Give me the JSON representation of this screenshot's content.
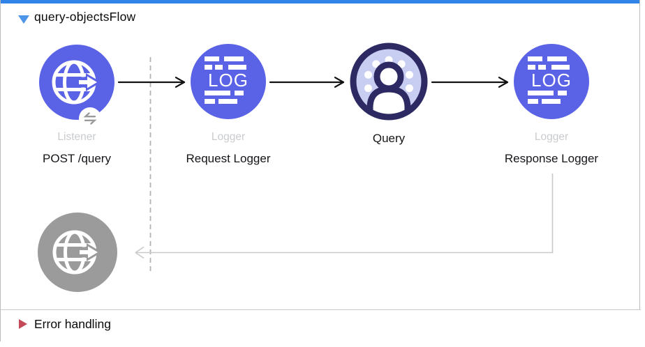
{
  "flow": {
    "title": "query-objectsFlow",
    "collapse_icon": "triangle-down",
    "state": "expanded"
  },
  "nodes": [
    {
      "type_label": "Listener",
      "name_label": "POST /query",
      "icon": "http-listener-icon",
      "color": "#5a62e6"
    },
    {
      "type_label": "Logger",
      "name_label": "Request Logger",
      "icon": "logger-icon",
      "color": "#5a62e6"
    },
    {
      "type_label": "",
      "name_label": "Query",
      "icon": "query-contact-icon",
      "ring_color": "#2d2963",
      "fill_color": "#c8cdf2"
    },
    {
      "type_label": "Logger",
      "name_label": "Response Logger",
      "icon": "logger-icon",
      "color": "#5a62e6"
    }
  ],
  "logger_icon_text": "LOG",
  "response_endpoint": {
    "icon": "http-listener-icon",
    "color": "#9b9b9b",
    "role": "response-return-to-listener"
  },
  "error_section": {
    "label": "Error handling",
    "expand_icon": "triangle-right",
    "icon_color": "#c44a5a",
    "state": "collapsed"
  },
  "colors": {
    "accent_bar": "#3183e8",
    "flow_triangle": "#4d95e8",
    "node_blue": "#5a62e6",
    "node_gray": "#9b9b9b",
    "query_ring": "#2d2963",
    "query_fill": "#c8cdf2",
    "type_label_gray": "#c9cbce",
    "name_label_black": "#141518",
    "connector_black": "#111111",
    "connector_gray": "#c9c9c9",
    "dashed_guide_gray": "#b4b4b4",
    "panel_border": "#babdbf",
    "error_triangle": "#c44a5a"
  }
}
